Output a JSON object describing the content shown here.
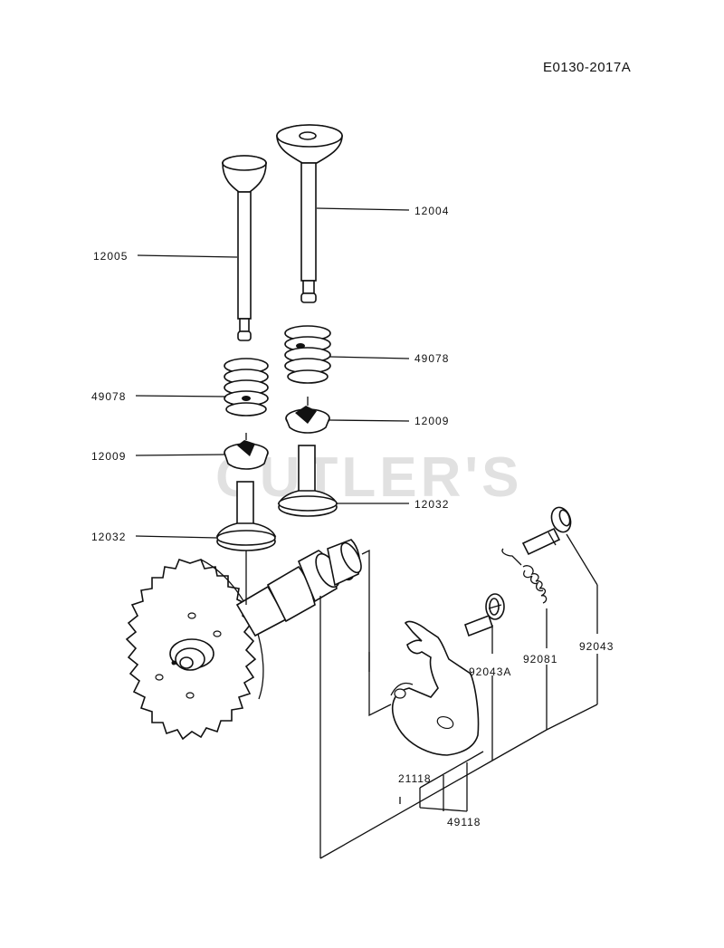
{
  "diagram_code": "E0130-2017A",
  "watermark": "CUTLER'S",
  "parts": {
    "exhaust_valve": "12004",
    "intake_valve": "12005",
    "spring_right": "49078",
    "spring_left": "49078",
    "retainer_right": "12009",
    "retainer_left": "12009",
    "lifter_right": "12032",
    "lifter_left": "12032",
    "bolt": "92043A",
    "spring_small": "92081",
    "pin": "92043",
    "plate": "21118",
    "decompressor_assy": "49118"
  }
}
